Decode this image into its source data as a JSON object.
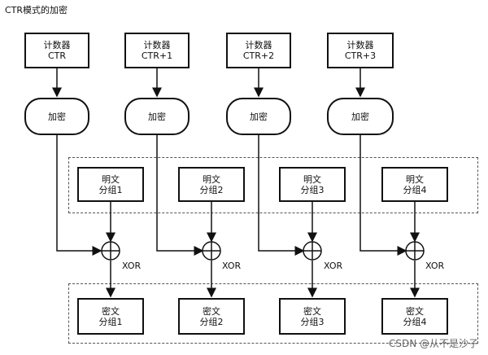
{
  "title": "CTR模式的加密",
  "counters": [
    {
      "line1": "计数器",
      "line2": "CTR"
    },
    {
      "line1": "计数器",
      "line2": "CTR+1"
    },
    {
      "line1": "计数器",
      "line2": "CTR+2"
    },
    {
      "line1": "计数器",
      "line2": "CTR+3"
    }
  ],
  "encrypt_label": "加密",
  "plaintexts": [
    {
      "line1": "明文",
      "line2": "分组1"
    },
    {
      "line1": "明文",
      "line2": "分组2"
    },
    {
      "line1": "明文",
      "line2": "分组3"
    },
    {
      "line1": "明文",
      "line2": "分组4"
    }
  ],
  "xor_label": "XOR",
  "ciphertexts": [
    {
      "line1": "密文",
      "line2": "分组1"
    },
    {
      "line1": "密文",
      "line2": "分组2"
    },
    {
      "line1": "密文",
      "line2": "分组3"
    },
    {
      "line1": "密文",
      "line2": "分组4"
    }
  ],
  "watermark": "CSDN @从不是沙子"
}
